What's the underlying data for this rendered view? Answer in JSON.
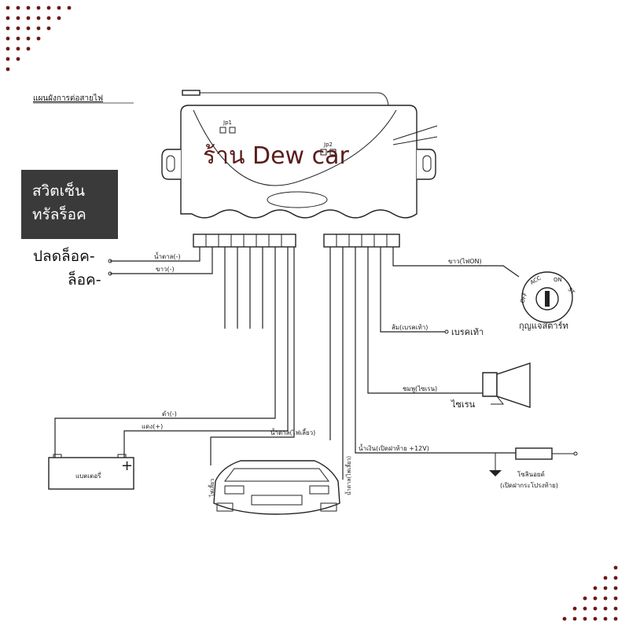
{
  "title": "แผนผังการต่อสายไฟ",
  "watermark": "ร้าน Dew car",
  "badge": {
    "line1": "สวิตเซ็น",
    "line2": "ทรัลร็อค"
  },
  "side_labels": {
    "unlock": "ปลดล็อค-",
    "lock": "ล็อค-"
  },
  "jumpers": {
    "jp1": "Jp1",
    "jp2": "Jp2"
  },
  "wires": {
    "brown_neg": "น้ำตาล(-)",
    "white_neg": "ขาว(-)",
    "white_on": "ขาว(ไฟON)",
    "orange_brake": "ส้ม(เบรคเท้า)",
    "pink_siren": "ชมพู(ไซเรน)",
    "black_neg": "ดำ(-)",
    "red_pos": "แดง(+)",
    "brown_turn": "น้ำตาล(ไฟเลี้ยว)",
    "brown_turn_v": "น้ำตาล(ไฟเลี้ยว)",
    "blue_trunk": "น้ำเงิน(เปิดฝาท้าย +12V)"
  },
  "components": {
    "brake": "เบรคเท้า",
    "siren": "ไซเรน",
    "ignition": "กุญแจสตาร์ท",
    "battery": "แบตเตอรี่",
    "solenoid": "โซลินอยด์",
    "solenoid_sub": "(เปิดฝากระโปรงท้าย)",
    "car_side": "ไฟเลี้ยว"
  },
  "ignition_positions": {
    "off": "OFF",
    "acc": "ACC",
    "on": "ON",
    "st": "ST"
  },
  "battery_sign": "+",
  "colors": {
    "badge_bg": "#3a3a3a",
    "watermark": "#5a1d1d",
    "dots": "#6b1a1a"
  }
}
